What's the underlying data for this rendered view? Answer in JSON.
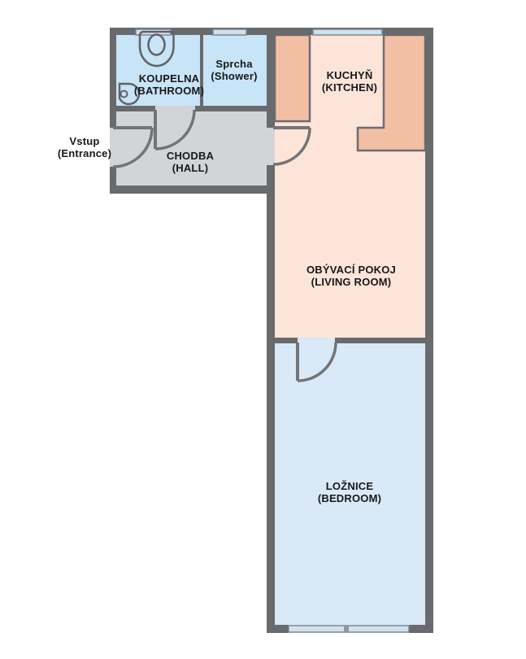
{
  "colors": {
    "background": "#ffffff",
    "wall": "#696a6c",
    "bathroom": "#c8e4f7",
    "shower": "#c8e4f7",
    "hall": "#d3d4d6",
    "kitchen_living": "#fce4d9",
    "bedroom": "#d9e9f7",
    "counter": "#f2bfa5",
    "counter_border": "#6d6e70",
    "window": "#cfe2ef",
    "window_border": "#7f868c",
    "mullion": "#8f979c",
    "door": "#737478",
    "fixture": "#606265",
    "text": "#17181a"
  },
  "rooms": {
    "bathroom": {
      "name_cs": "KOUPELNA",
      "name_en": "(BATHROOM)"
    },
    "shower": {
      "name_cs": "Sprcha",
      "name_en": "(Shower)"
    },
    "kitchen": {
      "name_cs": "KUCHYŇ",
      "name_en": "(KITCHEN)"
    },
    "hall": {
      "name_cs": "CHODBA",
      "name_en": "(HALL)"
    },
    "entrance": {
      "name_cs": "Vstup",
      "name_en": "(Entrance)"
    },
    "living_room": {
      "name_cs": "OBÝVACÍ POKOJ",
      "name_en": "(LIVING ROOM)"
    },
    "bedroom": {
      "name_cs": "LOŽNICE",
      "name_en": "(BEDROOM)"
    }
  }
}
